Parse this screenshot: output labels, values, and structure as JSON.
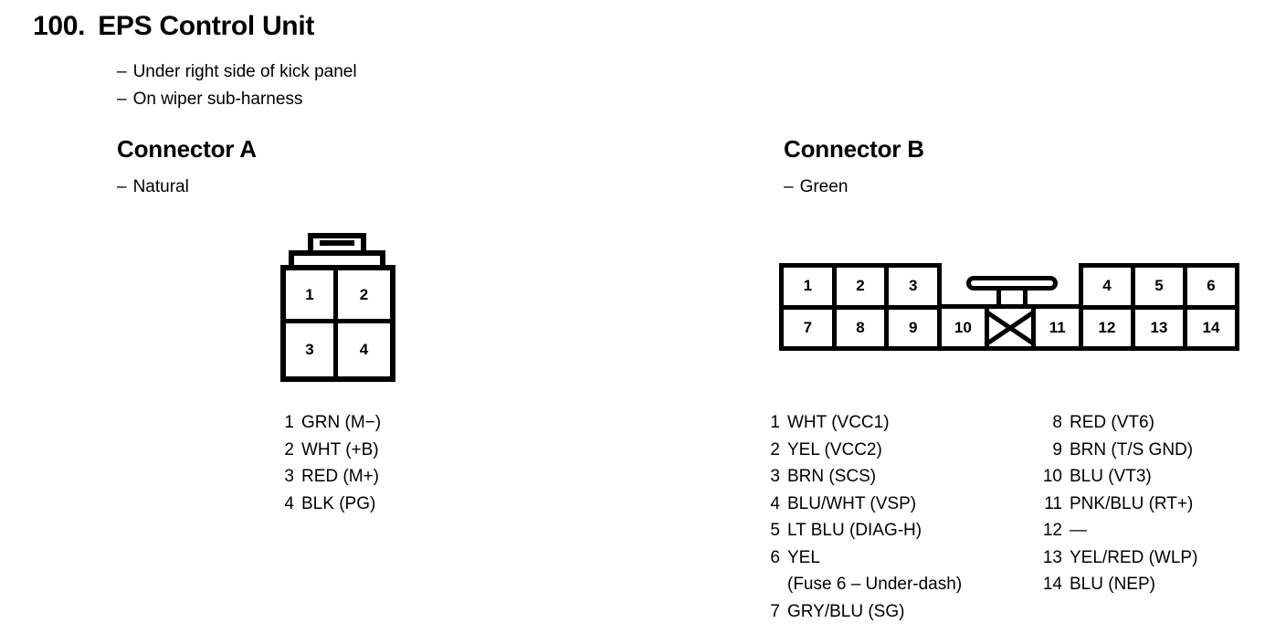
{
  "title": {
    "number": "100.",
    "name": "EPS Control Unit"
  },
  "unit_notes": [
    {
      "dash": "–",
      "text": "Under right side of kick panel"
    },
    {
      "dash": "–",
      "text": "On wiper sub-harness"
    }
  ],
  "connector_a": {
    "heading": "Connector A",
    "dash": "–",
    "color": "Natural",
    "diagram": {
      "type": "pin-housing",
      "rows": 2,
      "cols": 2,
      "cells": [
        {
          "label": "1"
        },
        {
          "label": "2"
        },
        {
          "label": "3"
        },
        {
          "label": "4"
        }
      ]
    },
    "pins": [
      {
        "num": "1",
        "desc": "GRN (M−)"
      },
      {
        "num": "2",
        "desc": "WHT (+B)"
      },
      {
        "num": "3",
        "desc": "RED (M+)"
      },
      {
        "num": "4",
        "desc": "BLK (PG)"
      }
    ]
  },
  "connector_b": {
    "heading": "Connector B",
    "dash": "–",
    "color": "Green",
    "diagram": {
      "type": "pin-housing",
      "left_block": {
        "top": [
          "1",
          "2",
          "3"
        ],
        "bottom": [
          "7",
          "8",
          "9"
        ]
      },
      "mid_block": {
        "bottom": [
          "10",
          "",
          "11"
        ],
        "blank_index": 1
      },
      "right_block": {
        "top": [
          "4",
          "5",
          "6"
        ],
        "bottom": [
          "12",
          "13",
          "14"
        ]
      }
    },
    "pins_left": [
      {
        "num": "1",
        "desc": "WHT (VCC1)"
      },
      {
        "num": "2",
        "desc": "YEL (VCC2)"
      },
      {
        "num": "3",
        "desc": "BRN (SCS)"
      },
      {
        "num": "4",
        "desc": "BLU/WHT (VSP)"
      },
      {
        "num": "5",
        "desc": "LT BLU (DIAG-H)"
      },
      {
        "num": "6",
        "desc": "YEL",
        "cont": "(Fuse 6 – Under-dash)"
      },
      {
        "num": "7",
        "desc": "GRY/BLU (SG)"
      }
    ],
    "pins_right": [
      {
        "num": "8",
        "desc": "RED (VT6)"
      },
      {
        "num": "9",
        "desc": "BRN (T/S GND)"
      },
      {
        "num": "10",
        "desc": "BLU (VT3)"
      },
      {
        "num": "11",
        "desc": "PNK/BLU (RT+)"
      },
      {
        "num": "12",
        "desc": "—"
      },
      {
        "num": "13",
        "desc": "YEL/RED (WLP)"
      },
      {
        "num": "14",
        "desc": "BLU (NEP)"
      }
    ]
  },
  "colors": {
    "ink": "#000000",
    "paper": "#ffffff"
  }
}
